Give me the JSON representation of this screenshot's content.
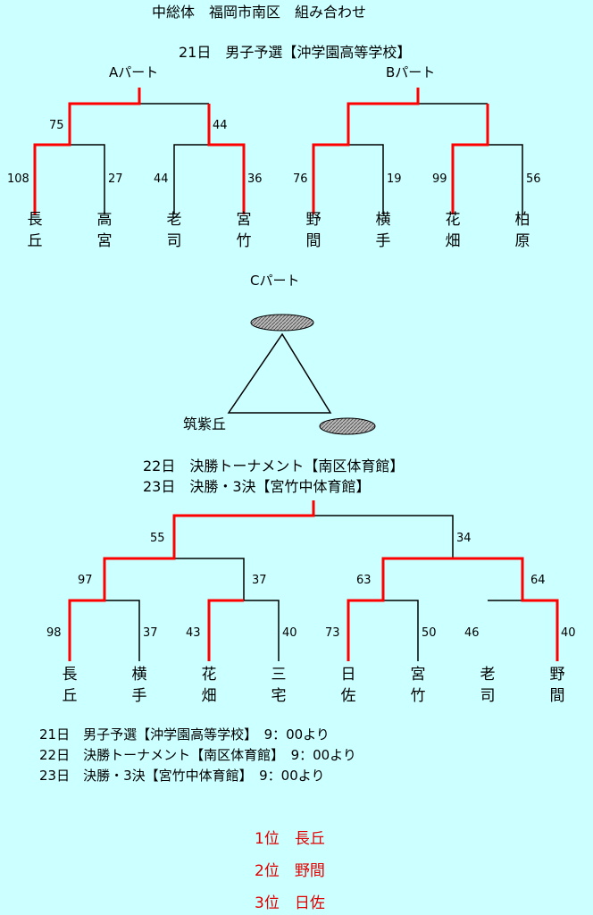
{
  "title": "中総体　福岡市南区　組み合わせ",
  "day21_header": "21日　男子予選【沖学園高等学校】",
  "part_a": "Aパート",
  "part_b": "Bパート",
  "part_c": "Cパート",
  "part_a_scores": {
    "semi_left": "75",
    "semi_right": "44",
    "s1": "108",
    "s2": "27",
    "s3": "44",
    "s4": "36"
  },
  "part_b_scores": {
    "s1": "76",
    "s2": "19",
    "s3": "99",
    "s4": "56"
  },
  "part_a_teams": [
    {
      "l1": "長",
      "l2": "丘"
    },
    {
      "l1": "高",
      "l2": "宮"
    },
    {
      "l1": "老",
      "l2": "司"
    },
    {
      "l1": "宮",
      "l2": "竹"
    }
  ],
  "part_b_teams": [
    {
      "l1": "野",
      "l2": "間"
    },
    {
      "l1": "横",
      "l2": "手"
    },
    {
      "l1": "花",
      "l2": "畑"
    },
    {
      "l1": "柏",
      "l2": "原"
    }
  ],
  "part_c_team": "筑紫丘",
  "day22_header": "22日　決勝トーナメント【南区体育館】",
  "day23_header": "23日　決勝・3決【宮竹中体育館】",
  "final_scores": {
    "semi_left": "55",
    "semi_right": "34",
    "q1": "97",
    "q2": "37",
    "q3": "63",
    "q4": "64",
    "r1": "98",
    "r2": "37",
    "r3": "43",
    "r4": "40",
    "r5": "73",
    "r6": "50",
    "r7": "46",
    "r8": "40"
  },
  "final_teams": [
    {
      "l1": "長",
      "l2": "丘"
    },
    {
      "l1": "横",
      "l2": "手"
    },
    {
      "l1": "花",
      "l2": "畑"
    },
    {
      "l1": "三",
      "l2": "宅"
    },
    {
      "l1": "日",
      "l2": "佐"
    },
    {
      "l1": "宮",
      "l2": "竹"
    },
    {
      "l1": "老",
      "l2": "司"
    },
    {
      "l1": "野",
      "l2": "間"
    }
  ],
  "schedule": [
    "21日　男子予選【沖学園高等学校】　9：00より",
    "22日　決勝トーナメント【南区体育館】　9：00より",
    "23日　決勝・3決【宮竹中体育館】　9：00より"
  ],
  "results": [
    "1位　長丘",
    "2位　野間",
    "3位　日佐"
  ],
  "colors": {
    "background": "#ccffff",
    "winner_line": "#ff0000",
    "result_text": "#e00000"
  }
}
